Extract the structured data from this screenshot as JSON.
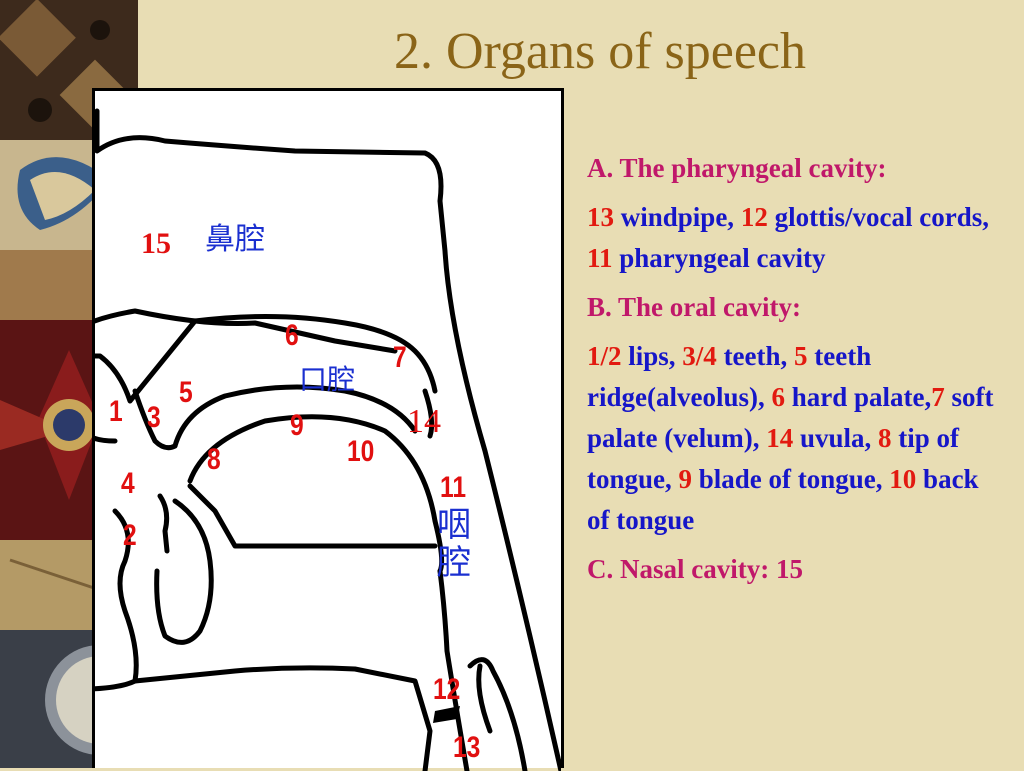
{
  "slide": {
    "title": "2. Organs of speech"
  },
  "diagram": {
    "numbers": [
      "1",
      "2",
      "3",
      "4",
      "5",
      "6",
      "7",
      "8",
      "9",
      "10",
      "11",
      "12",
      "13",
      "14",
      "15"
    ],
    "chinese": {
      "nasal": "鼻腔",
      "oral": "口腔",
      "pharynx_1": "咽",
      "pharynx_2": "腔"
    }
  },
  "description": {
    "section_a": {
      "heading": "A. The pharyngeal cavity:",
      "n13": "13",
      "t13": " windpipe, ",
      "n12": "12",
      "t12": " glottis/vocal cords, ",
      "n11": "11",
      "t11": " pharyngeal cavity"
    },
    "section_b": {
      "heading": "B. The oral cavity:",
      "n12": "1/2",
      "t12": " lips, ",
      "n34": "3/4",
      "t34": " teeth, ",
      "n5": "5",
      "t5": " teeth ridge(alveolus), ",
      "n6": "6",
      "t6": " hard palate,",
      "n7": "7",
      "t7": " soft palate (velum), ",
      "n14": "14",
      "t14": " uvula, ",
      "n8": "8",
      "t8": " tip of tongue, ",
      "n9": "9",
      "t9": " blade of tongue, ",
      "n10": "10",
      "t10": " back of tongue"
    },
    "section_c": {
      "heading": "C. Nasal cavity: 15"
    }
  },
  "colors": {
    "background": "#e8ddb4",
    "title": "#8a6418",
    "heading": "#c0186a",
    "number": "#e21a10",
    "text": "#1616c8",
    "chinese": "#1a2fd0"
  }
}
